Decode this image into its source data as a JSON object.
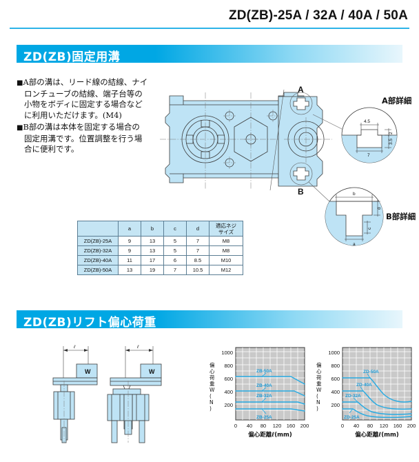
{
  "document": {
    "title": "ZD(ZB)-25A / 32A / 40A / 50A",
    "accent_color": "#00A7E4",
    "body_fill_color": "#BEE3F5"
  },
  "sections": [
    {
      "id": "fixing-groove",
      "heading": "ZD(ZB)固定用溝"
    },
    {
      "id": "lift-eccentric-load",
      "heading": "ZD(ZB)リフト偏心荷重"
    }
  ],
  "notes": [
    {
      "marker": "■",
      "lines": [
        "A部の溝は、リード線の結線、ナイ",
        "ロンチューブの結線、端子台等の",
        "小物をボディに固定する場合など",
        "に利用いただけます。(M4)"
      ]
    },
    {
      "marker": "■",
      "lines": [
        "B部の溝は本体を固定する場合の",
        "固定用溝です。位置調整を行う場",
        "合に便利です。"
      ]
    }
  ],
  "drawing": {
    "callout_a": "A",
    "callout_b": "B",
    "detail_a_title": "A部詳細",
    "detail_b_title": "B部詳細",
    "detail_a_dims": {
      "top_width": "4.5",
      "top_depth": "2",
      "lower_depth": "3.5",
      "bottom_width": "7"
    },
    "detail_b_dims": {
      "top_width": "b",
      "bottom_width": "a",
      "lower_depth": "c",
      "upper_depth": "d"
    }
  },
  "spec_table": {
    "headers": [
      "",
      "a",
      "b",
      "c",
      "d",
      "適応ネジ\nサイズ"
    ],
    "header_screw_line1": "適応ネジ",
    "header_screw_line2": "サイズ",
    "rows": [
      {
        "model": "ZD(ZB)-25A",
        "a": "9",
        "b": "13",
        "c": "5",
        "d": "7",
        "screw": "M8"
      },
      {
        "model": "ZD(ZB)-32A",
        "a": "9",
        "b": "13",
        "c": "5",
        "d": "7",
        "screw": "M8"
      },
      {
        "model": "ZD(ZB)-40A",
        "a": "11",
        "b": "17",
        "c": "6",
        "d": "8.5",
        "screw": "M10"
      },
      {
        "model": "ZD(ZB)-50A",
        "a": "13",
        "b": "19",
        "c": "7",
        "d": "10.5",
        "screw": "M12"
      }
    ]
  },
  "lift_diagrams": {
    "left": {
      "dim_label": "ℓ",
      "weight_label": "W"
    },
    "right": {
      "dim_label": "ℓ",
      "weight_label": "W"
    }
  },
  "chart_data": [
    {
      "id": "chart-zb",
      "type": "line",
      "title": "",
      "xlabel": "偏心距離ℓ(mm)",
      "ylabel": "偏心荷重W(N)",
      "xlim": [
        0,
        200
      ],
      "ylim": [
        0,
        1000
      ],
      "xticks": [
        0,
        40,
        80,
        120,
        160,
        200
      ],
      "yticks": [
        200,
        400,
        600,
        800,
        1000
      ],
      "grid": true,
      "legend_position": "inline-labels",
      "series": [
        {
          "name": "ZB-50A",
          "x": [
            0,
            160,
            200
          ],
          "y": [
            600,
            600,
            490
          ]
        },
        {
          "name": "ZB-40A",
          "x": [
            0,
            170,
            200
          ],
          "y": [
            400,
            400,
            330
          ]
        },
        {
          "name": "ZB-32A",
          "x": [
            0,
            180,
            200
          ],
          "y": [
            250,
            250,
            215
          ]
        },
        {
          "name": "ZB-25A",
          "x": [
            0,
            160,
            200
          ],
          "y": [
            155,
            155,
            125
          ]
        }
      ]
    },
    {
      "id": "chart-zd",
      "type": "line",
      "title": "",
      "xlabel": "偏心距離ℓ(mm)",
      "ylabel": "偏心荷重W(N)",
      "xlim": [
        0,
        200
      ],
      "ylim": [
        0,
        1000
      ],
      "xticks": [
        0,
        40,
        80,
        120,
        160,
        200
      ],
      "yticks": [
        200,
        400,
        600,
        800,
        1000
      ],
      "grid": true,
      "legend_position": "inline-labels",
      "series": [
        {
          "name": "ZD-50A",
          "x": [
            0,
            80,
            100,
            120,
            140,
            160,
            180,
            200
          ],
          "y": [
            580,
            580,
            480,
            390,
            330,
            295,
            270,
            255
          ]
        },
        {
          "name": "ZD-40A",
          "x": [
            0,
            60,
            80,
            100,
            120,
            140,
            160,
            180,
            200
          ],
          "y": [
            395,
            395,
            320,
            255,
            215,
            190,
            172,
            160,
            150
          ]
        },
        {
          "name": "ZD-32A",
          "x": [
            0,
            45,
            60,
            80,
            100,
            120,
            150,
            180,
            200
          ],
          "y": [
            250,
            250,
            205,
            160,
            133,
            115,
            100,
            92,
            88
          ]
        },
        {
          "name": "ZD-25A",
          "x": [
            0,
            30,
            50,
            70,
            90,
            120,
            160,
            200
          ],
          "y": [
            150,
            150,
            115,
            90,
            75,
            62,
            52,
            48
          ]
        }
      ]
    }
  ]
}
